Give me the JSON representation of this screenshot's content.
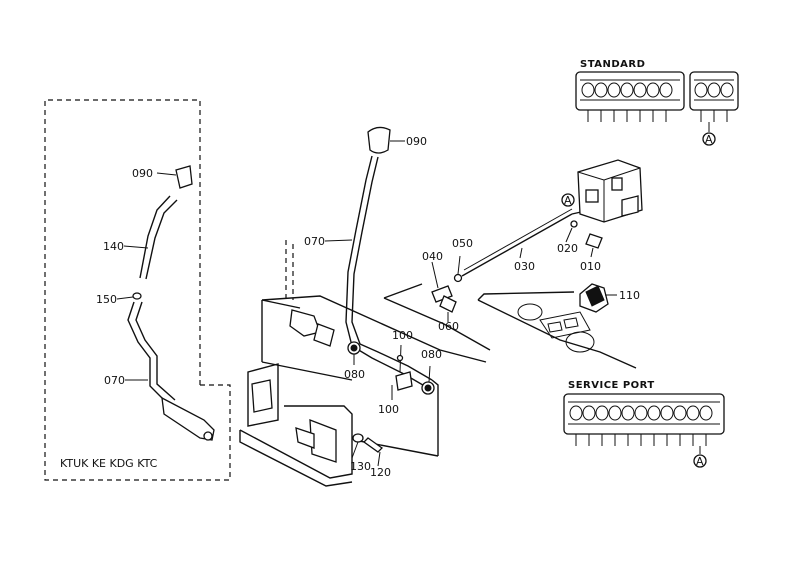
{
  "panels": {
    "standard": "STANDARD",
    "service_port": "SERVICE PORT",
    "variant_models": "KTUK KE KDG KTC"
  },
  "callouts": {
    "inset_knob": "090",
    "inset_grip": "140",
    "inset_clip": "150",
    "inset_lever": "070",
    "main_knob": "090",
    "main_lever": "070",
    "rod_end_a": "040",
    "nut_a": "050",
    "rod": "030",
    "rod_end_b": "020",
    "clip": "010",
    "boot": "110",
    "pin": "060",
    "spring_pin": "100",
    "washer_a": "080",
    "washer_b": "080",
    "bolt": "100",
    "plate_nut": "130",
    "plate_bolt": "120",
    "marker_a1": "A",
    "marker_a2": "A",
    "marker_a3": "A"
  }
}
